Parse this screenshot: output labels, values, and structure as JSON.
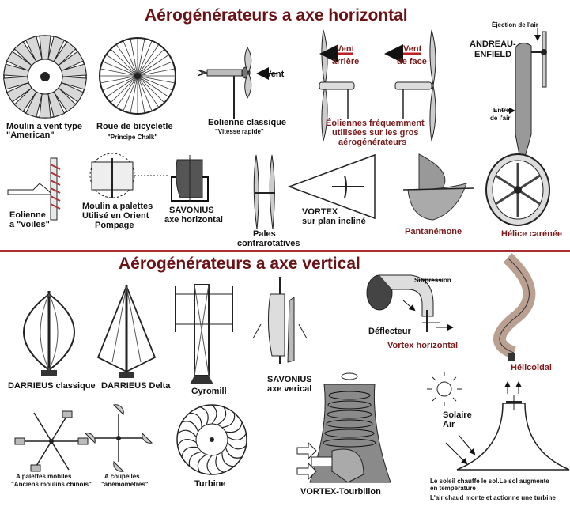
{
  "horizontal": {
    "title": "Aérogénérateurs a axe horizontal",
    "american": {
      "line1": "Moulin a vent type",
      "line2": "\"American\""
    },
    "bicycle": {
      "line1": "Roue de bicycletle",
      "sub": "\"Principe Chalk\""
    },
    "classic": {
      "line1": "Eolienne classique",
      "sub": "\"Vitesse rapide\"",
      "arrow": "Vent"
    },
    "large": {
      "vent_back_1": "Vent",
      "vent_back_2": "arrière",
      "vent_front_1": "Vent",
      "vent_front_2": "de face",
      "line1": "Éoliennes fréquemment",
      "line2": "utilisées sur les gros",
      "line3": "aérogénérateurs"
    },
    "andreau": {
      "ejection": "Éjection de l'air",
      "name1": "ANDREAU-",
      "name2": "ENFIELD",
      "entry1": "Entrée",
      "entry2": "de l'air"
    },
    "voiles": {
      "line1": "Eolienne",
      "line2": "a \"voiles\""
    },
    "palettes": {
      "line1": "Moulin a palettes",
      "line2": "Utilisé en Orient",
      "line3": "Pompage"
    },
    "savonius_h": {
      "line1": "SAVONIUS",
      "line2": "axe horizontal"
    },
    "contra": {
      "line1": "Pales",
      "line2": "contrarotatives"
    },
    "vortex_plan": {
      "line1": "VORTEX",
      "line2": "sur plan incliné"
    },
    "pantanemone": {
      "label": "Pantanémone"
    },
    "carenee": {
      "label": "Hélice carénée"
    }
  },
  "vertical": {
    "title": "Aérogénérateurs a axe vertical",
    "darrieus_c": {
      "label": "DARRIEUS classique"
    },
    "darrieus_d": {
      "label": "DARRIEUS Delta"
    },
    "gyromill": {
      "label": "Gyromill"
    },
    "savonius_v": {
      "line1": "SAVONIUS",
      "line2": "axe verical"
    },
    "deflecteur": {
      "surpression": "Surpression",
      "label": "Déflecteur",
      "vortex": "Vortex horizontal"
    },
    "helicoidal": {
      "label": "Hélicoïdal"
    },
    "palettes_mobiles": {
      "line1": "A palettes mobiles",
      "line2": "\"Anciens moulins chinois\""
    },
    "coupelles": {
      "line1": "A coupelles",
      "line2": "\"anémomètres\""
    },
    "turbine": {
      "label": "Turbine"
    },
    "tourbillon": {
      "label": "VORTEX-Tourbillon"
    },
    "solaire": {
      "line1": "Solaire",
      "line2": "Air",
      "note1": "Le soleil chauffe le sol.Le sol augmente",
      "note2": "en température",
      "note3": "L'air chaud monte et actionne une turbine"
    }
  },
  "colors": {
    "title": "#6b1216",
    "divider": "#a83030",
    "label_red": "#7a1a1a"
  }
}
